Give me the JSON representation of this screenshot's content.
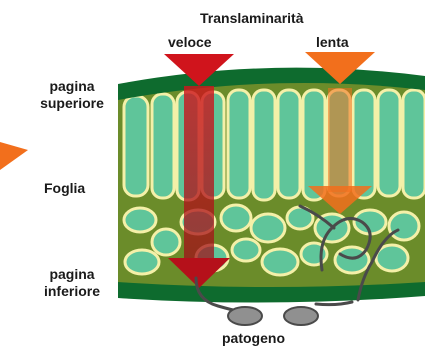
{
  "title": "Translaminarità",
  "arrows": {
    "fast_label": "veloce",
    "slow_label": "lenta",
    "fast_color": "#d0141c",
    "slow_color": "#f26f1c"
  },
  "left_labels": {
    "upper_1": "pagina",
    "upper_2": "superiore",
    "leaf": "Foglia",
    "lower_1": "pagina",
    "lower_2": "inferiore"
  },
  "pathogen_label": "patogeno",
  "colors": {
    "leaf_body": "#6b8c2a",
    "epidermis": "#0e6b2e",
    "cell_fill": "#5fc59a",
    "cell_outline": "#f4f0a8",
    "pathogen": "#909090",
    "hypha": "#4a4a4a"
  }
}
